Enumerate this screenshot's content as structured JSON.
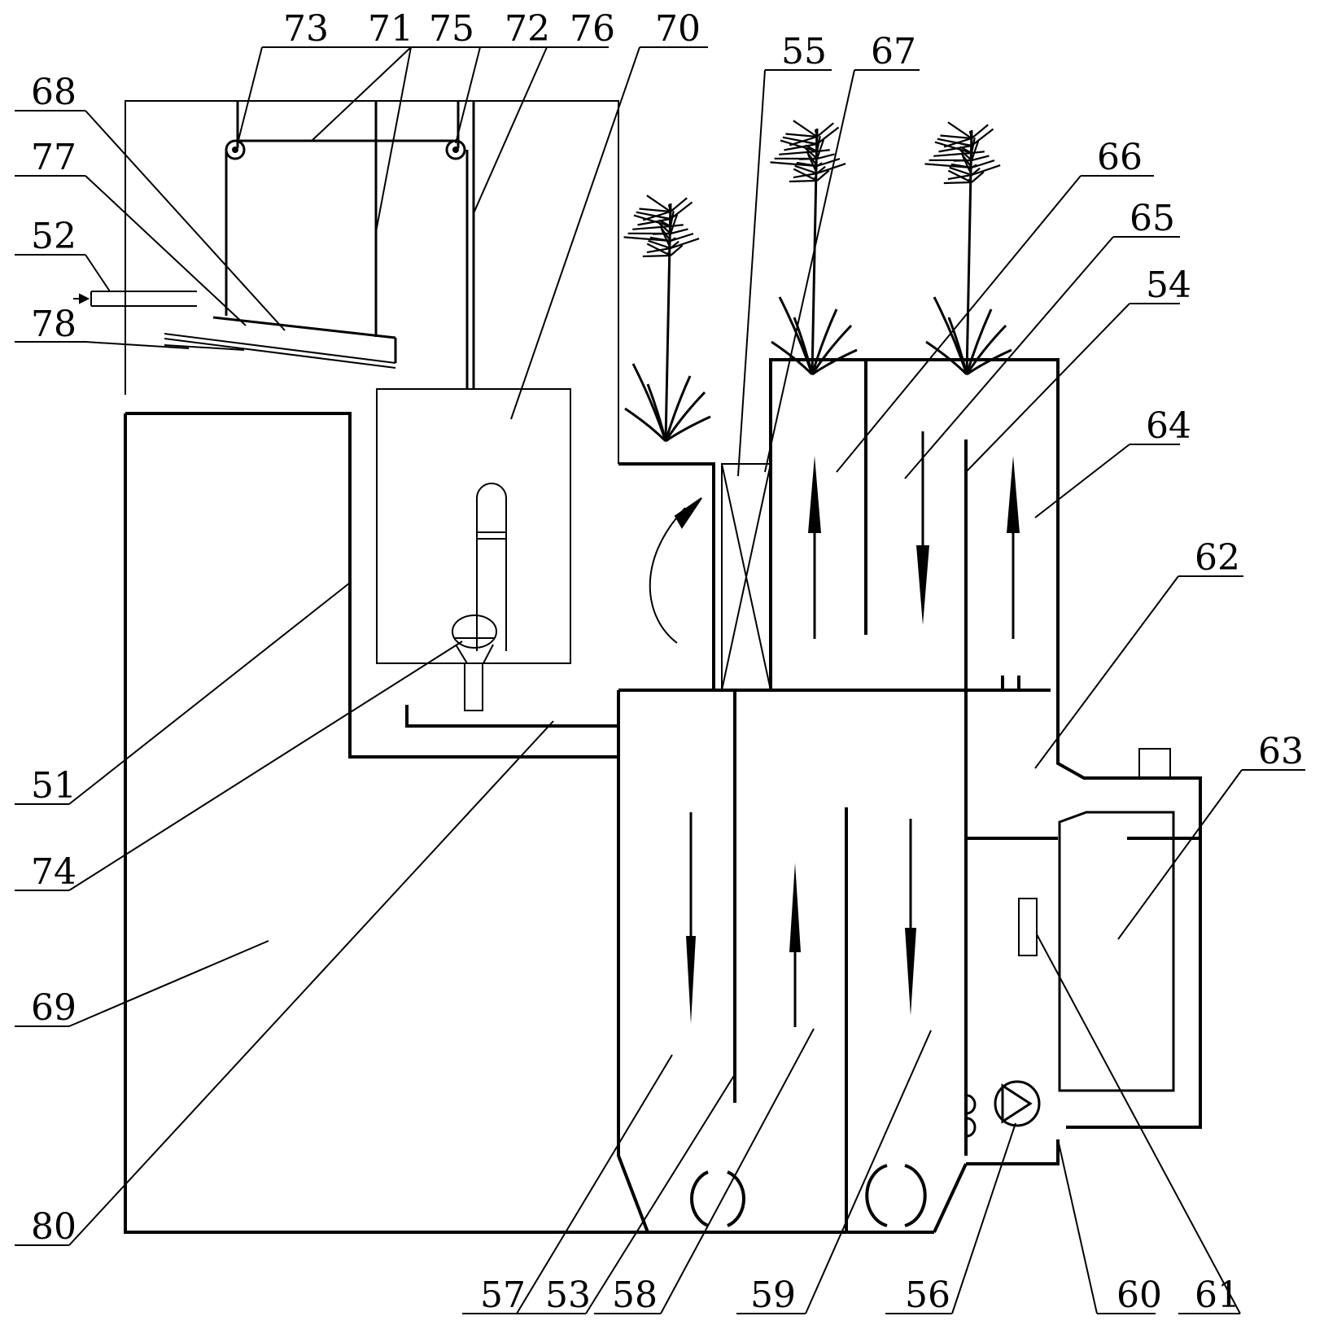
{
  "diagram": {
    "labels": [
      {
        "id": "73",
        "text": "73"
      },
      {
        "id": "71",
        "text": "71"
      },
      {
        "id": "75",
        "text": "75"
      },
      {
        "id": "72",
        "text": "72"
      },
      {
        "id": "76",
        "text": "76"
      },
      {
        "id": "70",
        "text": "70"
      },
      {
        "id": "55",
        "text": "55"
      },
      {
        "id": "67",
        "text": "67"
      },
      {
        "id": "68",
        "text": "68"
      },
      {
        "id": "77",
        "text": "77"
      },
      {
        "id": "52",
        "text": "52"
      },
      {
        "id": "78",
        "text": "78"
      },
      {
        "id": "66",
        "text": "66"
      },
      {
        "id": "65",
        "text": "65"
      },
      {
        "id": "54",
        "text": "54"
      },
      {
        "id": "64",
        "text": "64"
      },
      {
        "id": "62",
        "text": "62"
      },
      {
        "id": "63",
        "text": "63"
      },
      {
        "id": "51",
        "text": "51"
      },
      {
        "id": "74",
        "text": "74"
      },
      {
        "id": "69",
        "text": "69"
      },
      {
        "id": "80",
        "text": "80"
      },
      {
        "id": "57",
        "text": "57"
      },
      {
        "id": "53",
        "text": "53"
      },
      {
        "id": "58",
        "text": "58"
      },
      {
        "id": "59",
        "text": "59"
      },
      {
        "id": "56",
        "text": "56"
      },
      {
        "id": "60",
        "text": "60"
      },
      {
        "id": "61",
        "text": "61"
      }
    ]
  }
}
